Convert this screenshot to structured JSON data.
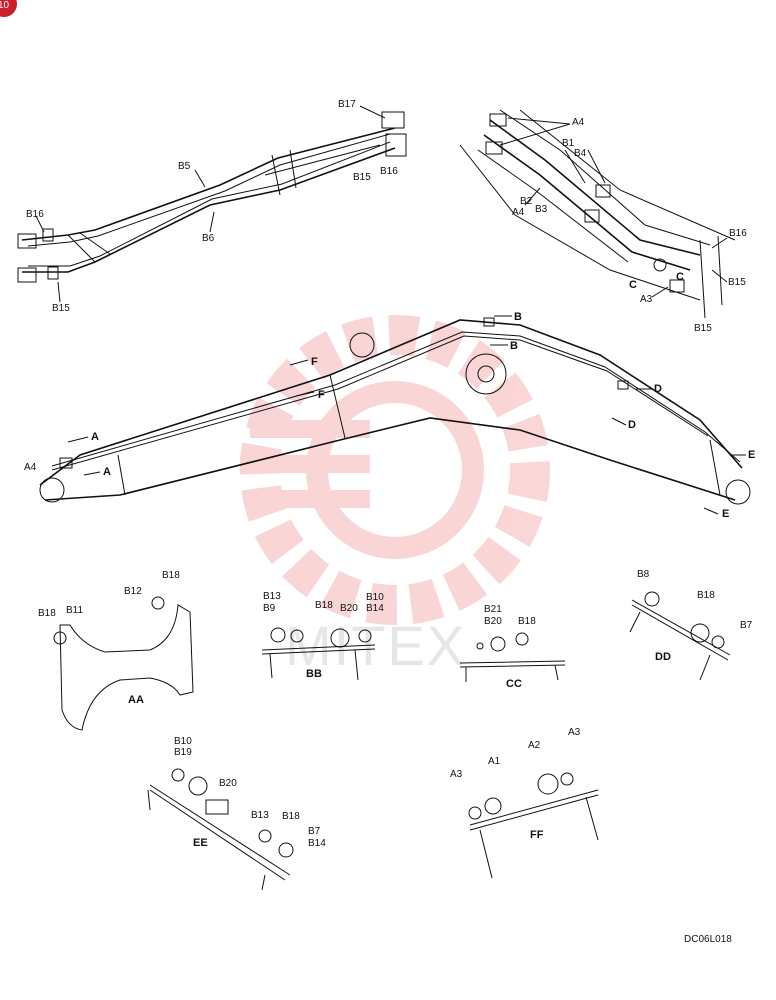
{
  "page_badge": "10",
  "drawing_code": "DC06L018",
  "watermark": {
    "text": "MITEX",
    "color": "#f08a8a"
  },
  "colors": {
    "line": "#111111",
    "logo": "#f08a8a",
    "badge": "#cc1f2a"
  },
  "view_top_left": {
    "labels": {
      "b17": "B17",
      "b5": "B5",
      "b15_right": "B15",
      "b16_right": "B16",
      "b16_left": "B16",
      "b6": "B6",
      "b15_left": "B15"
    }
  },
  "view_top_right": {
    "labels": {
      "a4_top": "A4",
      "b1": "B1",
      "b4": "B4",
      "b2": "B2",
      "b3": "B3",
      "a4_bottom": "A4",
      "b16": "B16",
      "c_left": "C",
      "c_right": "C",
      "b15_right": "B15",
      "a3": "A3",
      "b15_bottom": "B15"
    }
  },
  "view_boom": {
    "labels": {
      "b_top": "B",
      "b_second": "B",
      "f_top": "F",
      "f_mid": "F",
      "a_top": "A",
      "a4": "A4",
      "a_lower": "A",
      "d_top": "D",
      "d_lower": "D",
      "e_top": "E",
      "e_lower": "E"
    }
  },
  "sections": [
    {
      "name": "AA",
      "labels": [
        "B12",
        "B18",
        "B18",
        "B11"
      ]
    },
    {
      "name": "BB",
      "labels": [
        "B13",
        "B9",
        "B18",
        "B10",
        "B20",
        "B14"
      ]
    },
    {
      "name": "CC",
      "labels": [
        "B21",
        "B20",
        "B18"
      ]
    },
    {
      "name": "DD",
      "labels": [
        "B8",
        "B18",
        "B7"
      ]
    },
    {
      "name": "EE",
      "labels": [
        "B10",
        "B19",
        "B20",
        "B13",
        "B18",
        "B7",
        "B14"
      ]
    },
    {
      "name": "FF",
      "labels": [
        "A2",
        "A3",
        "A1",
        "A3"
      ]
    }
  ]
}
